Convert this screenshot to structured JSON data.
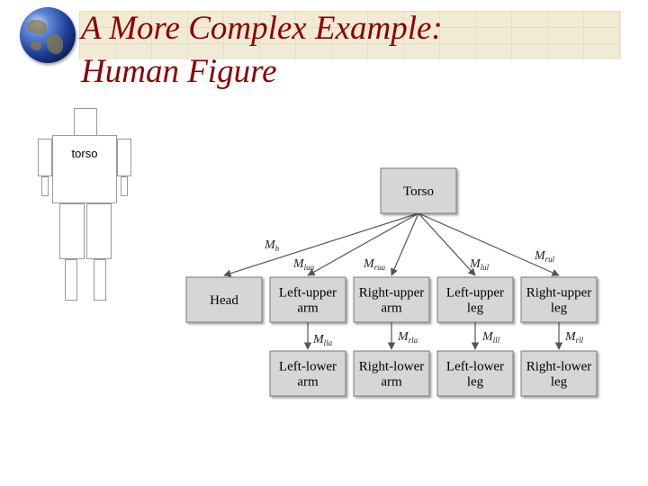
{
  "title": {
    "line1": "A More Complex Example:",
    "line2": "Human Figure"
  },
  "figure": {
    "torso_label": "torso"
  },
  "tree": {
    "root": "Torso",
    "nodes": [
      {
        "id": "head",
        "lines": [
          "Head"
        ]
      },
      {
        "id": "left-upper-arm",
        "lines": [
          "Left-upper",
          "arm"
        ]
      },
      {
        "id": "right-upper-arm",
        "lines": [
          "Right-upper",
          "arm"
        ]
      },
      {
        "id": "left-upper-leg",
        "lines": [
          "Left-upper",
          "leg"
        ]
      },
      {
        "id": "right-upper-leg",
        "lines": [
          "Right-upper",
          "leg"
        ]
      },
      {
        "id": "left-lower-arm",
        "lines": [
          "Left-lower",
          "arm"
        ]
      },
      {
        "id": "right-lower-arm",
        "lines": [
          "Right-lower",
          "arm"
        ]
      },
      {
        "id": "left-lower-leg",
        "lines": [
          "Left-lower",
          "leg"
        ]
      },
      {
        "id": "right-lower-leg",
        "lines": [
          "Right-lower",
          "leg"
        ]
      }
    ],
    "edges": [
      {
        "from": "Torso",
        "to": "head",
        "label": "M",
        "sub": "h"
      },
      {
        "from": "Torso",
        "to": "left-upper-arm",
        "label": "M",
        "sub": "lua"
      },
      {
        "from": "Torso",
        "to": "right-upper-arm",
        "label": "M",
        "sub": "rua"
      },
      {
        "from": "Torso",
        "to": "left-upper-leg",
        "label": "M",
        "sub": "lul"
      },
      {
        "from": "Torso",
        "to": "right-upper-leg",
        "label": "M",
        "sub": "rul"
      },
      {
        "from": "left-upper-arm",
        "to": "left-lower-arm",
        "label": "M",
        "sub": "lla"
      },
      {
        "from": "right-upper-arm",
        "to": "right-lower-arm",
        "label": "M",
        "sub": "rla"
      },
      {
        "from": "left-upper-leg",
        "to": "left-lower-leg",
        "label": "M",
        "sub": "lll"
      },
      {
        "from": "right-upper-leg",
        "to": "right-lower-leg",
        "label": "M",
        "sub": "rll"
      }
    ]
  },
  "colors": {
    "title": "#8b0000",
    "node_fill": "#d6d6d6",
    "node_border": "#7a7a7a",
    "edge": "#555555"
  }
}
